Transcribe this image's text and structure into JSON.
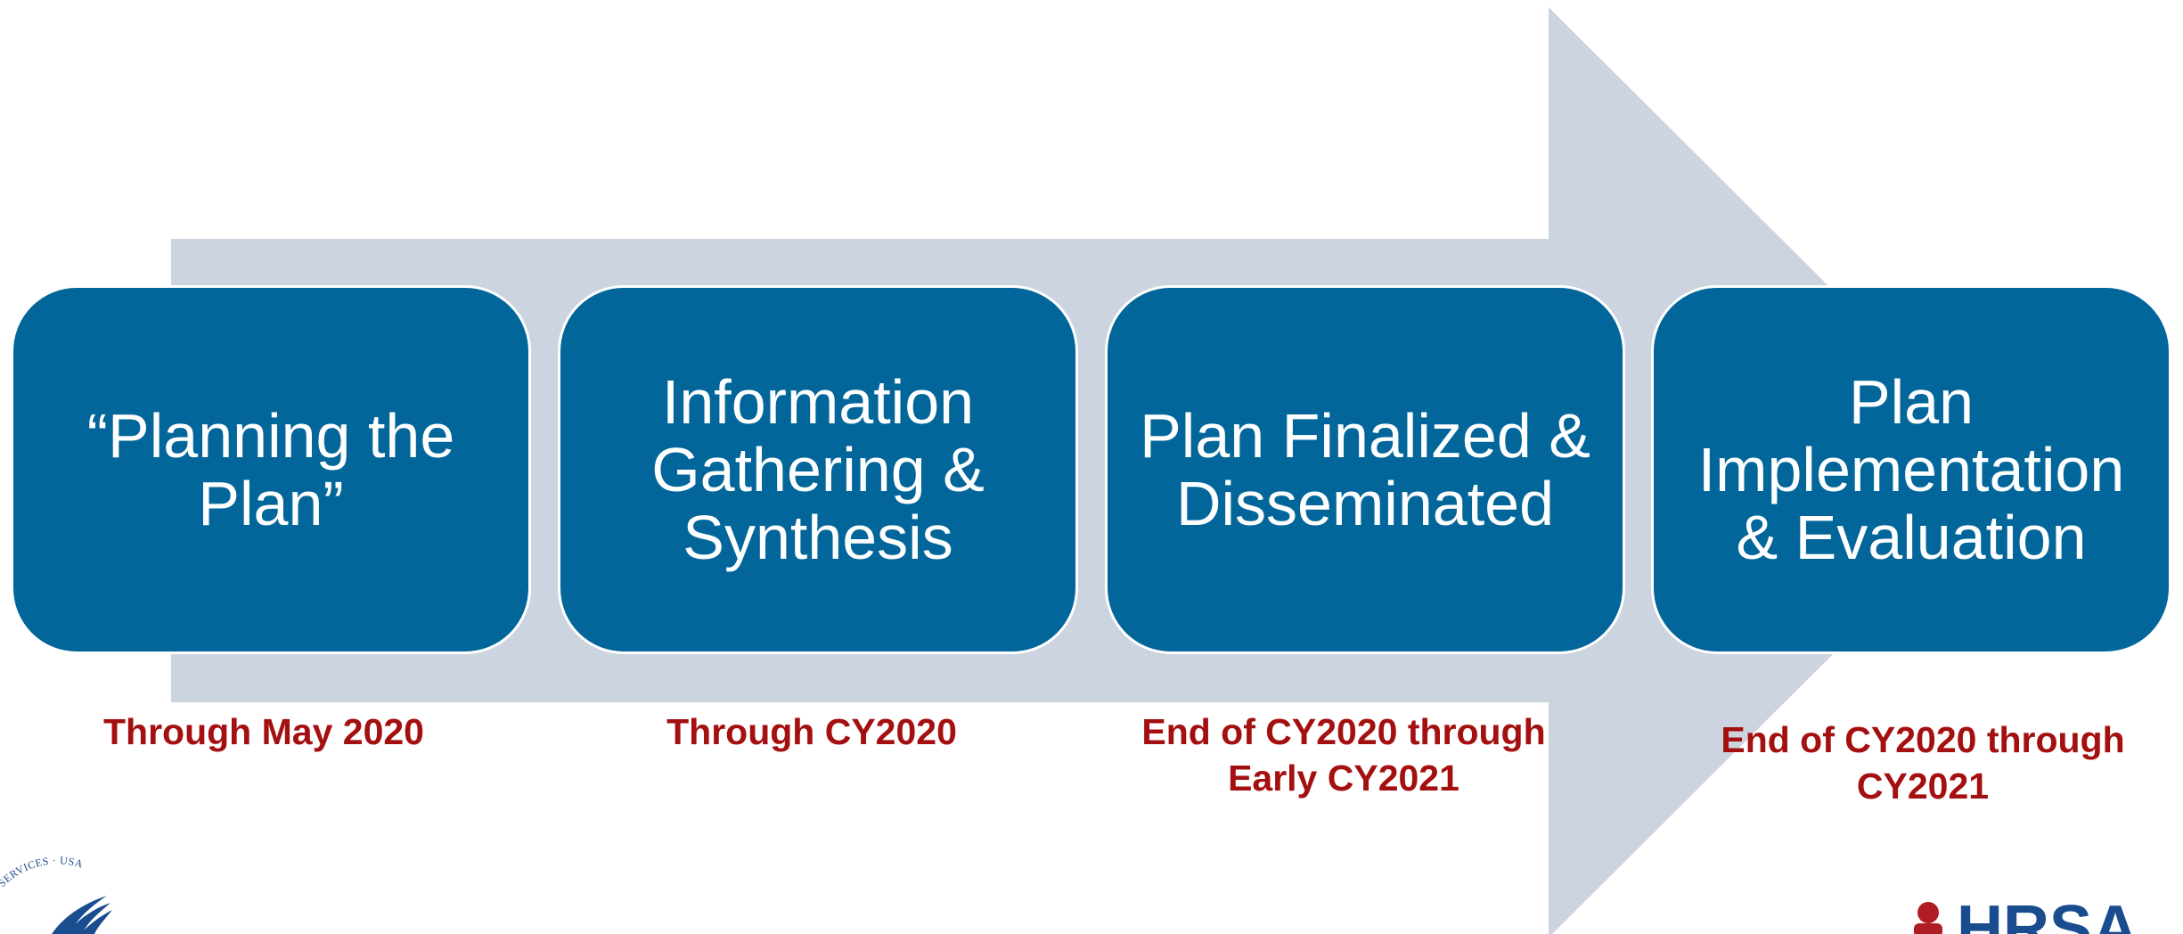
{
  "colors": {
    "arrow": "#ccd4df",
    "box": "#02669a",
    "box_text": "#ffffff",
    "timing_text": "#a40f0f",
    "logo_red": "#b01e24",
    "logo_blue": "#1a4d8f"
  },
  "steps": [
    {
      "label": "“Planning the Plan”",
      "timing": "Through May 2020"
    },
    {
      "label": "Information Gathering & Synthesis",
      "timing": "Through CY2020"
    },
    {
      "label": "Plan Finalized & Disseminated",
      "timing": "End of CY2020 through Early CY2021"
    },
    {
      "label": "Plan Implementation & Evaluation",
      "timing": "End of CY2020 through CY2021"
    }
  ],
  "logos": {
    "hhs_seal_text": "HUMAN SERVICES · USA",
    "hrsa_text": "HRSA"
  }
}
